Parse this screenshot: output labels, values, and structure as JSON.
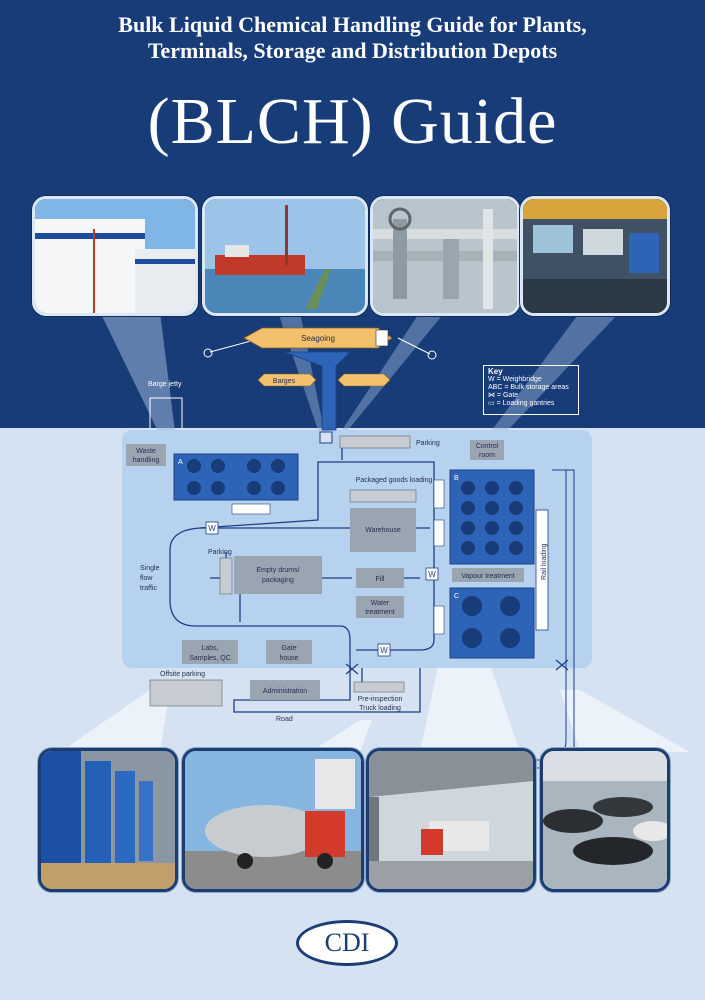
{
  "header": {
    "subtitle_line1": "Bulk Liquid Chemical Handling Guide for Plants,",
    "subtitle_line2": "Terminals, Storage and Distribution Depots",
    "title": "(BLCH) Guide"
  },
  "diagram": {
    "seagoing": "Seagoing",
    "barges": "Barges",
    "barge_jetty": "Barge jetty",
    "parking_top": "Parking",
    "control_room_line1": "Control",
    "control_room_line2": "room",
    "waste_line1": "Waste",
    "waste_line2": "handling",
    "packaged_goods_loading": "Packaged goods loading",
    "warehouse": "Warehouse",
    "parking_mid": "Parking",
    "empty_drums_line1": "Empty drums/",
    "empty_drums_line2": "packaging",
    "fill": "Fill",
    "water_line1": "Water",
    "water_line2": "treatment",
    "single_line1": "Single",
    "single_line2": "flow",
    "single_line3": "traffic",
    "vapour_treatment": "Vapour treatment",
    "rail_loading": "Rail loading",
    "labs_line1": "Labs,",
    "labs_line2": "Samples, QC",
    "gate_line1": "Gate",
    "gate_line2": "house",
    "offsite_parking": "Offsite parking",
    "administration": "Administration",
    "preinspection_line1": "Pre-inspection",
    "preinspection_line2": "Truck loading",
    "road": "Road",
    "area_a": "A",
    "area_b": "B",
    "area_c": "C",
    "weighbridge_symbol": "W"
  },
  "key": {
    "title": "Key",
    "rows": [
      {
        "symbol": "W",
        "meaning": "= Weighbridge"
      },
      {
        "symbol": "ABC",
        "meaning": "= Bulk storage areas"
      },
      {
        "symbol": "⋈",
        "meaning": "= Gate"
      },
      {
        "symbol": "▭",
        "meaning": "= Loading gantries"
      }
    ]
  },
  "logo": {
    "text": "CDI"
  },
  "colors": {
    "top_band": "#173c78",
    "bottom_band": "#d5e2f1",
    "site_area": "#b7d2ee",
    "route_line": "#1f3f86",
    "tank_block": "#2d64b8",
    "label_box": "#9aa5b2"
  }
}
